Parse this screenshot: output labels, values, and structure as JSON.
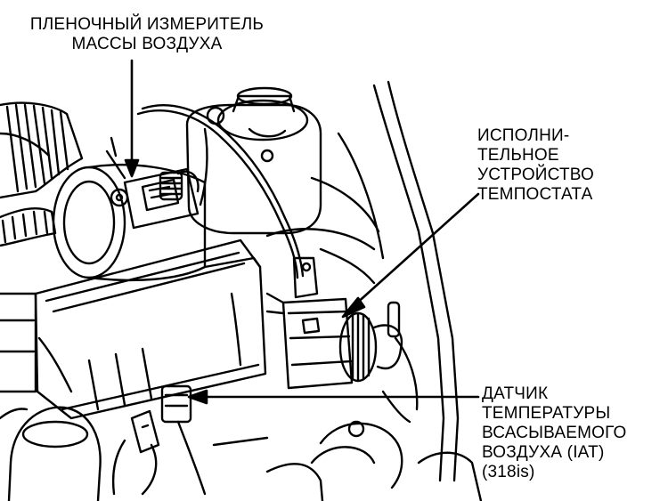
{
  "labels": {
    "maf_sensor": [
      "ПЛЕНОЧНЫЙ ИЗМЕРИТЕЛЬ",
      "МАССЫ ВОЗДУХА"
    ],
    "cruise_actuator": [
      "ИСПОЛНИ-",
      "ТЕЛЬНОЕ",
      "УСТРОЙСТВО",
      "ТЕМПОСТАТА"
    ],
    "iat_sensor": [
      "ДАТЧИК",
      "ТЕМПЕРАТУРЫ",
      "ВСАСЫВАЕМОГО",
      "ВОЗДУХА (IAT)",
      "(318is)"
    ]
  },
  "colors": {
    "ink": "#000000",
    "paper": "#ffffff"
  }
}
